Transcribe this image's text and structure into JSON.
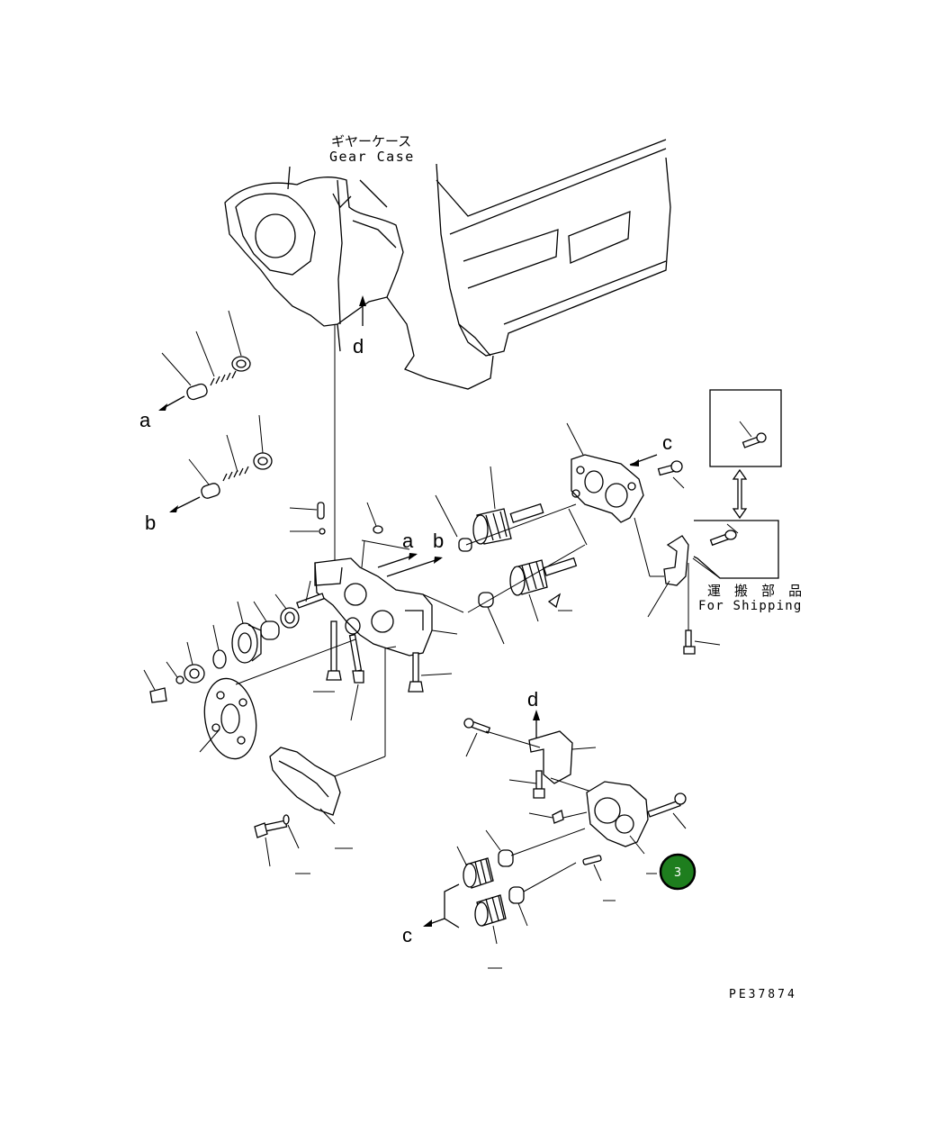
{
  "labels": {
    "gear_case_jp": "ギヤーケース",
    "gear_case_en": "Gear Case",
    "shipping_jp": "運 搬 部 品",
    "shipping_en": "For Shipping",
    "part_code": "PE37874",
    "ref_a": "a",
    "ref_b": "b",
    "ref_c": "c",
    "ref_d": "d"
  },
  "badge": {
    "number": "3",
    "color": "#1e7e1e"
  },
  "colors": {
    "line": "#000000",
    "background": "#ffffff"
  }
}
